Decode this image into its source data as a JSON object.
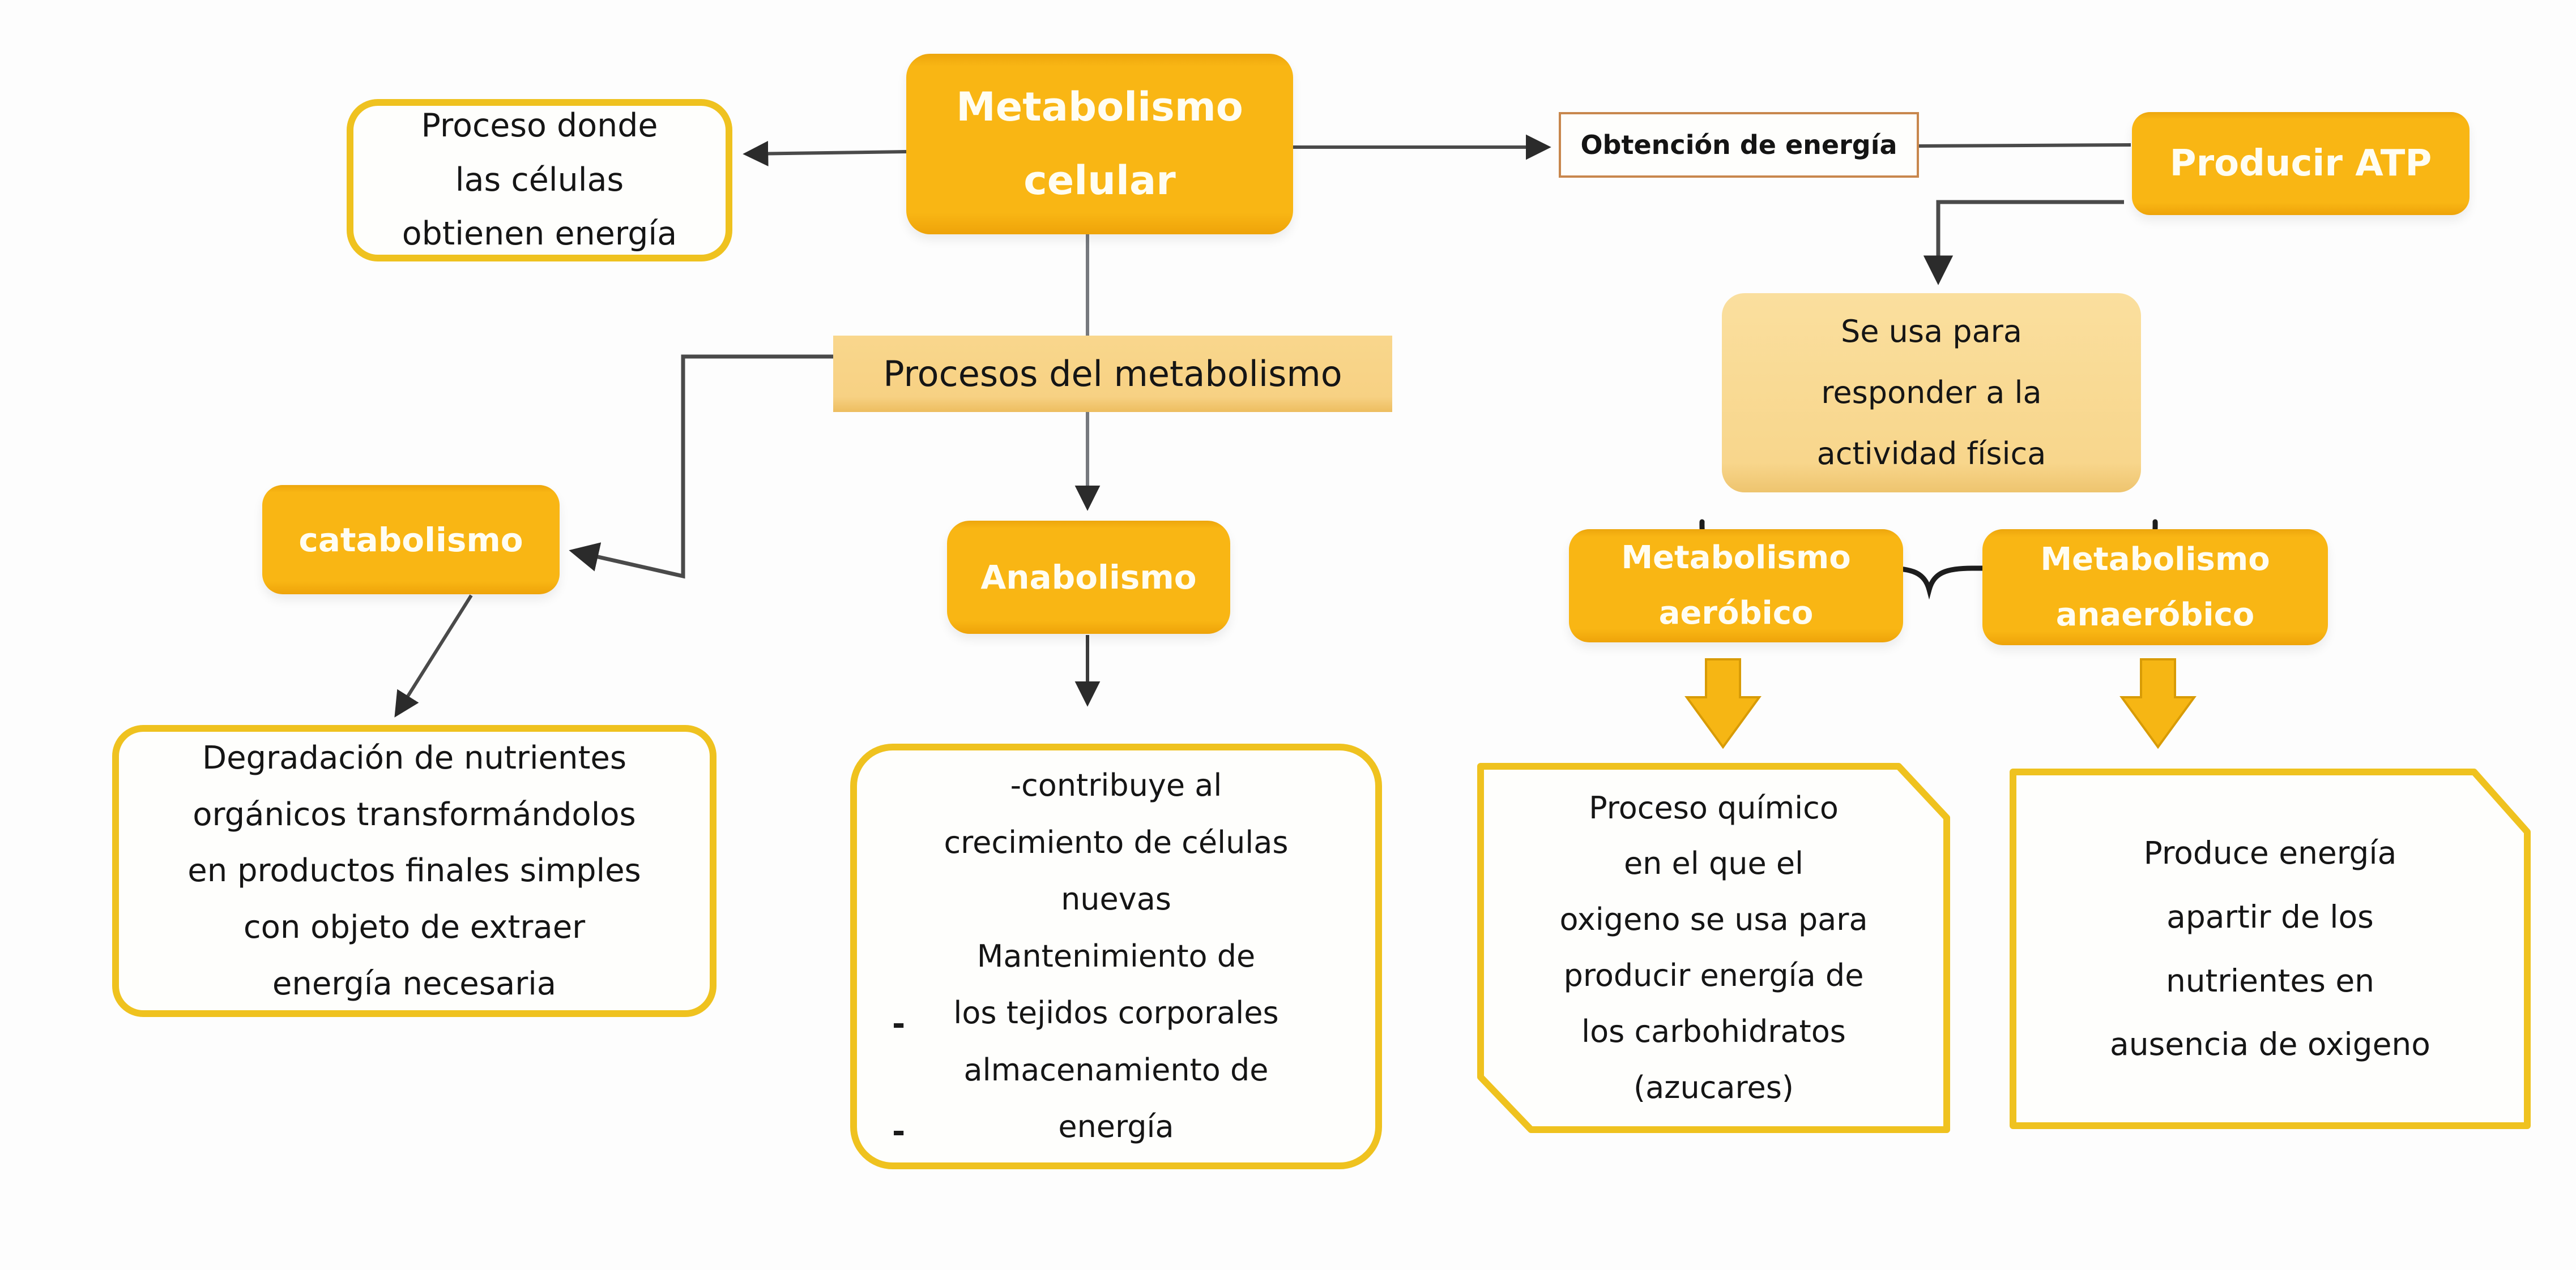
{
  "diagram": {
    "language": "es",
    "nodes": {
      "metabolismo_celular": {
        "label": "Metabolismo\ncelular"
      },
      "definicion": {
        "text": "Proceso donde\nlas células\nobtienen energía"
      },
      "obtencion_energia": {
        "label": "Obtención de energía"
      },
      "producir_atp": {
        "label": "Producir ATP"
      },
      "uso_atp": {
        "text": "Se usa para\nresponder a la\nactividad física"
      },
      "procesos_metabolismo": {
        "label": "Procesos del metabolismo"
      },
      "catabolismo": {
        "label": "catabolismo"
      },
      "anabolismo": {
        "label": "Anabolismo"
      },
      "metabolismo_aerobico": {
        "label": "Metabolismo\naeróbico"
      },
      "metabolismo_anaerobico": {
        "label": "Metabolismo\nanaeróbico"
      },
      "catabolismo_descripcion": {
        "text": "Degradación de nutrientes\norgánicos transformándolos\nen productos finales simples\ncon objeto de extraer\nenergía necesaria"
      },
      "anabolismo_descripcion": {
        "text": "-contribuye al\ncrecimiento de células\nnuevas\nMantenimiento de\nlos tejidos corporales\nalmacenamiento de\nenergía",
        "dash": "-"
      },
      "aerobico_descripcion": {
        "text": "Proceso químico\nen el que el\noxigeno se usa para\nproducir energía de\nlos carbohidratos\n(azucares)"
      },
      "anaerobico_descripcion": {
        "text": "Produce energía\napartir de los\nnutrientes en\nausencia de oxigeno"
      }
    },
    "colors": {
      "gold_node": "#f9b614",
      "tan_label": "#f7d183",
      "light_tan_note": "#f9d78d",
      "white_box_border": "#efc21f",
      "orange_box_border": "#c8874d",
      "connector_line": "#4a4a4a",
      "arrowhead": "#2b2b2b",
      "node_text": "#fffdf2",
      "body_text": "#151515",
      "background": "#fdfdfd"
    }
  }
}
